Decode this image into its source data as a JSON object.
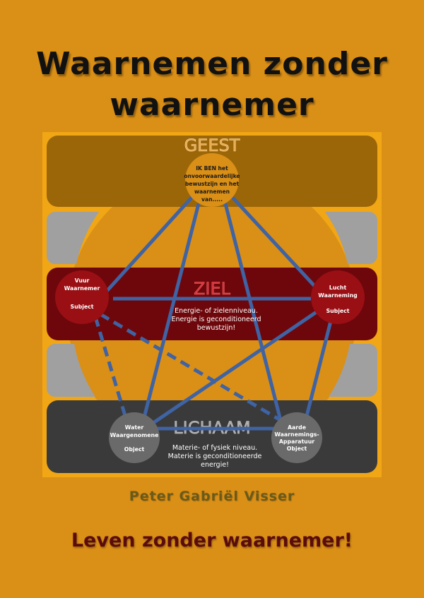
{
  "cover": {
    "title_line1": "Waarnemen zonder",
    "title_line2": "waarnemer",
    "author": "Peter Gabriël Visser",
    "subtitle": "Leven zonder waarnemer!"
  },
  "levels": {
    "geest": {
      "label": "GEEST"
    },
    "ziel": {
      "label": "ZIEL",
      "desc1": "Energie- of zielenniveau.",
      "desc2": "Energie is geconditioneerd",
      "desc3": "bewustzijn!"
    },
    "lichaam": {
      "label": "LICHAAM",
      "desc1": "Materie- of fysiek niveau.",
      "desc2": "Materie is geconditioneerde",
      "desc3": "energie!"
    }
  },
  "nodes": {
    "top": {
      "line1": "IK BEN het",
      "line2": "onvoorwaardelijke",
      "line3": "bewustzijn en het",
      "line4": "waarnemen",
      "line5": "van....."
    },
    "vuur": {
      "line1": "Vuur",
      "line2": "Waarnemer",
      "line3": "Subject"
    },
    "lucht": {
      "line1": "Lucht",
      "line2": "Waarneming",
      "line3": "Subject"
    },
    "water": {
      "line1": "Water",
      "line2": "Waargenomene",
      "line3": "Object"
    },
    "aarde": {
      "line1": "Aarde",
      "line2": "Waarnemings-",
      "line3": "Apparatuur",
      "line4": "Object"
    }
  },
  "colors": {
    "background": "#DA8F16",
    "geest_band": "#9B6608",
    "ziel_band": "#6E070B",
    "lichaam_band": "#3A3A3A",
    "gray_band": "#A0A0A0",
    "line_blue": "#3F63A3",
    "node_red": "#9A0F14",
    "node_gray": "#6A6A6A",
    "node_orange": "#DA8F16"
  }
}
